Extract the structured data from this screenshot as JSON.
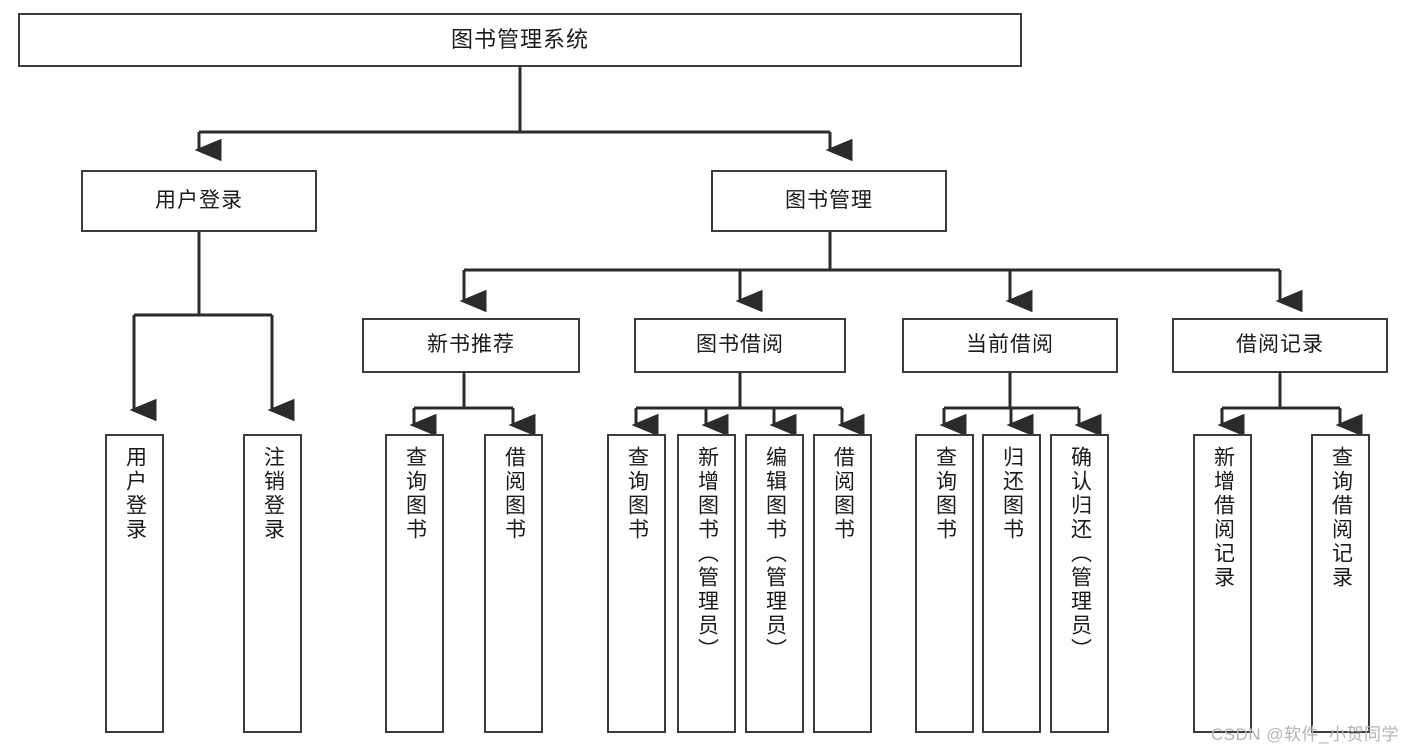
{
  "diagram": {
    "title": "图书管理系统",
    "watermark": "CSDN @软件_小贺同学",
    "colors": {
      "box_border": "#3b3b3b",
      "box_fill": "#ffffff",
      "connector": "#2b2b2b",
      "text": "#1b1b1b",
      "watermark": "#b4b4b4"
    },
    "levels": {
      "root": {
        "label": "图书管理系统"
      },
      "level2": [
        {
          "id": "user-login",
          "label": "用户登录"
        },
        {
          "id": "book-management",
          "label": "图书管理"
        }
      ],
      "level3": [
        {
          "id": "new-book-recommend",
          "label": "新书推荐",
          "parent": "book-management"
        },
        {
          "id": "book-borrow",
          "label": "图书借阅",
          "parent": "book-management"
        },
        {
          "id": "current-borrow",
          "label": "当前借阅",
          "parent": "book-management"
        },
        {
          "id": "borrow-record",
          "label": "借阅记录",
          "parent": "book-management"
        }
      ],
      "leaves": [
        {
          "id": "leaf-user-login",
          "label": "用户登录",
          "parent": "user-login"
        },
        {
          "id": "leaf-logout",
          "label": "注销登录",
          "parent": "user-login"
        },
        {
          "id": "leaf-query-book-1",
          "label": "查询图书",
          "parent": "new-book-recommend"
        },
        {
          "id": "leaf-borrow-book-1",
          "label": "借阅图书",
          "parent": "new-book-recommend"
        },
        {
          "id": "leaf-query-book-2",
          "label": "查询图书",
          "parent": "book-borrow"
        },
        {
          "id": "leaf-add-book",
          "label": "新增图书（管理员）",
          "parent": "book-borrow"
        },
        {
          "id": "leaf-edit-book",
          "label": "编辑图书（管理员）",
          "parent": "book-borrow"
        },
        {
          "id": "leaf-borrow-book-2",
          "label": "借阅图书",
          "parent": "book-borrow"
        },
        {
          "id": "leaf-query-book-3",
          "label": "查询图书",
          "parent": "current-borrow"
        },
        {
          "id": "leaf-return-book",
          "label": "归还图书",
          "parent": "current-borrow"
        },
        {
          "id": "leaf-confirm-return",
          "label": "确认归还（管理员）",
          "parent": "current-borrow"
        },
        {
          "id": "leaf-add-record",
          "label": "新增借阅记录",
          "parent": "borrow-record"
        },
        {
          "id": "leaf-query-record",
          "label": "查询借阅记录",
          "parent": "borrow-record"
        }
      ]
    }
  }
}
